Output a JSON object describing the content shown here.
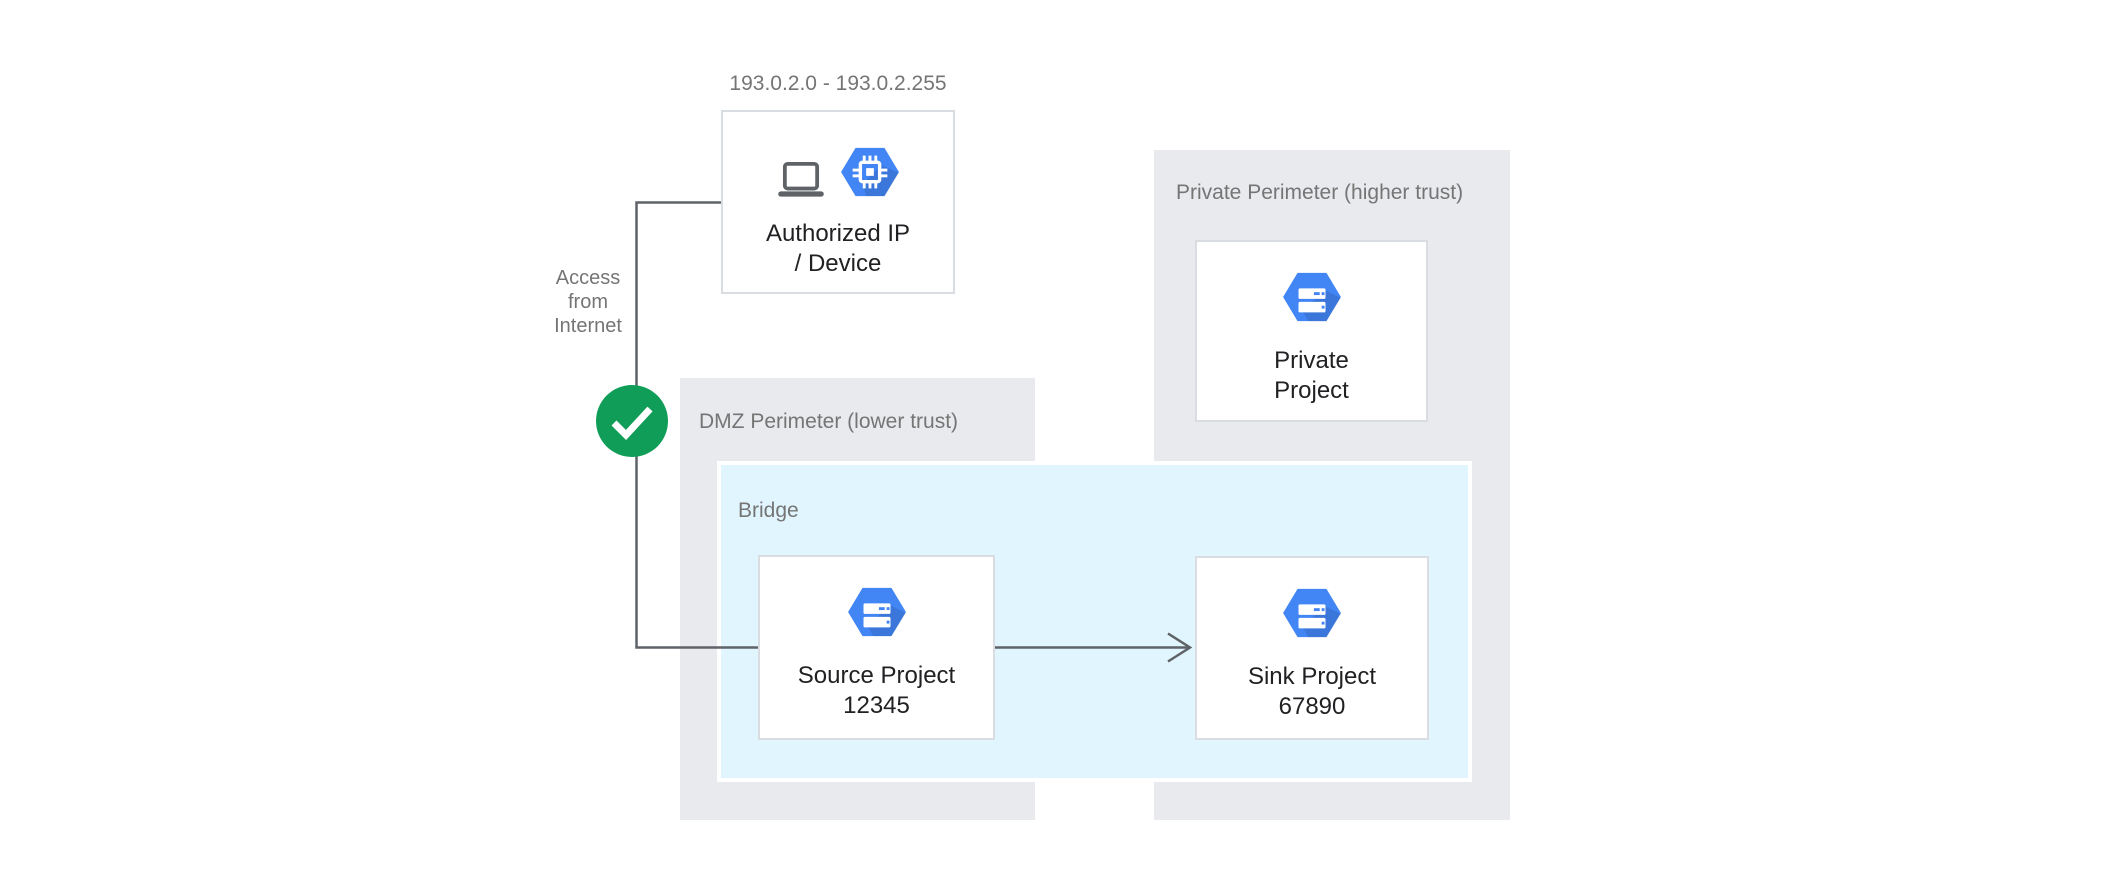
{
  "colors": {
    "perimeter-bg": "#e8eaed",
    "bridge-bg": "#e1f5fe",
    "box-border": "#d9dce0",
    "hex-blue": "#4285f4",
    "check-green": "#0f9d58",
    "line-gray": "#5f6368",
    "laptop-gray": "#5f6368",
    "label-dark": "#212124",
    "label-gray": "#757575"
  },
  "annotations": {
    "ip_range": "193.0.2.0 - 193.0.2.255",
    "access": {
      "line1": "Access",
      "line2": "from",
      "line3": "Internet"
    }
  },
  "containers": {
    "dmz": {
      "label": "DMZ Perimeter (lower trust)"
    },
    "private": {
      "label": "Private Perimeter (higher trust)"
    },
    "bridge": {
      "label": "Bridge"
    }
  },
  "nodes": {
    "authorized": {
      "line1": "Authorized IP",
      "line2": "/ Device"
    },
    "source": {
      "line1": "Source Project",
      "line2": "12345"
    },
    "sink": {
      "line1": "Sink Project",
      "line2": "67890"
    },
    "private": {
      "line1": "Private",
      "line2": "Project"
    }
  },
  "icons": {
    "authorized_device": [
      "laptop-icon",
      "compute-chip-hexagon-icon"
    ],
    "project": "project-hexagon-icon",
    "status": "check-icon"
  }
}
